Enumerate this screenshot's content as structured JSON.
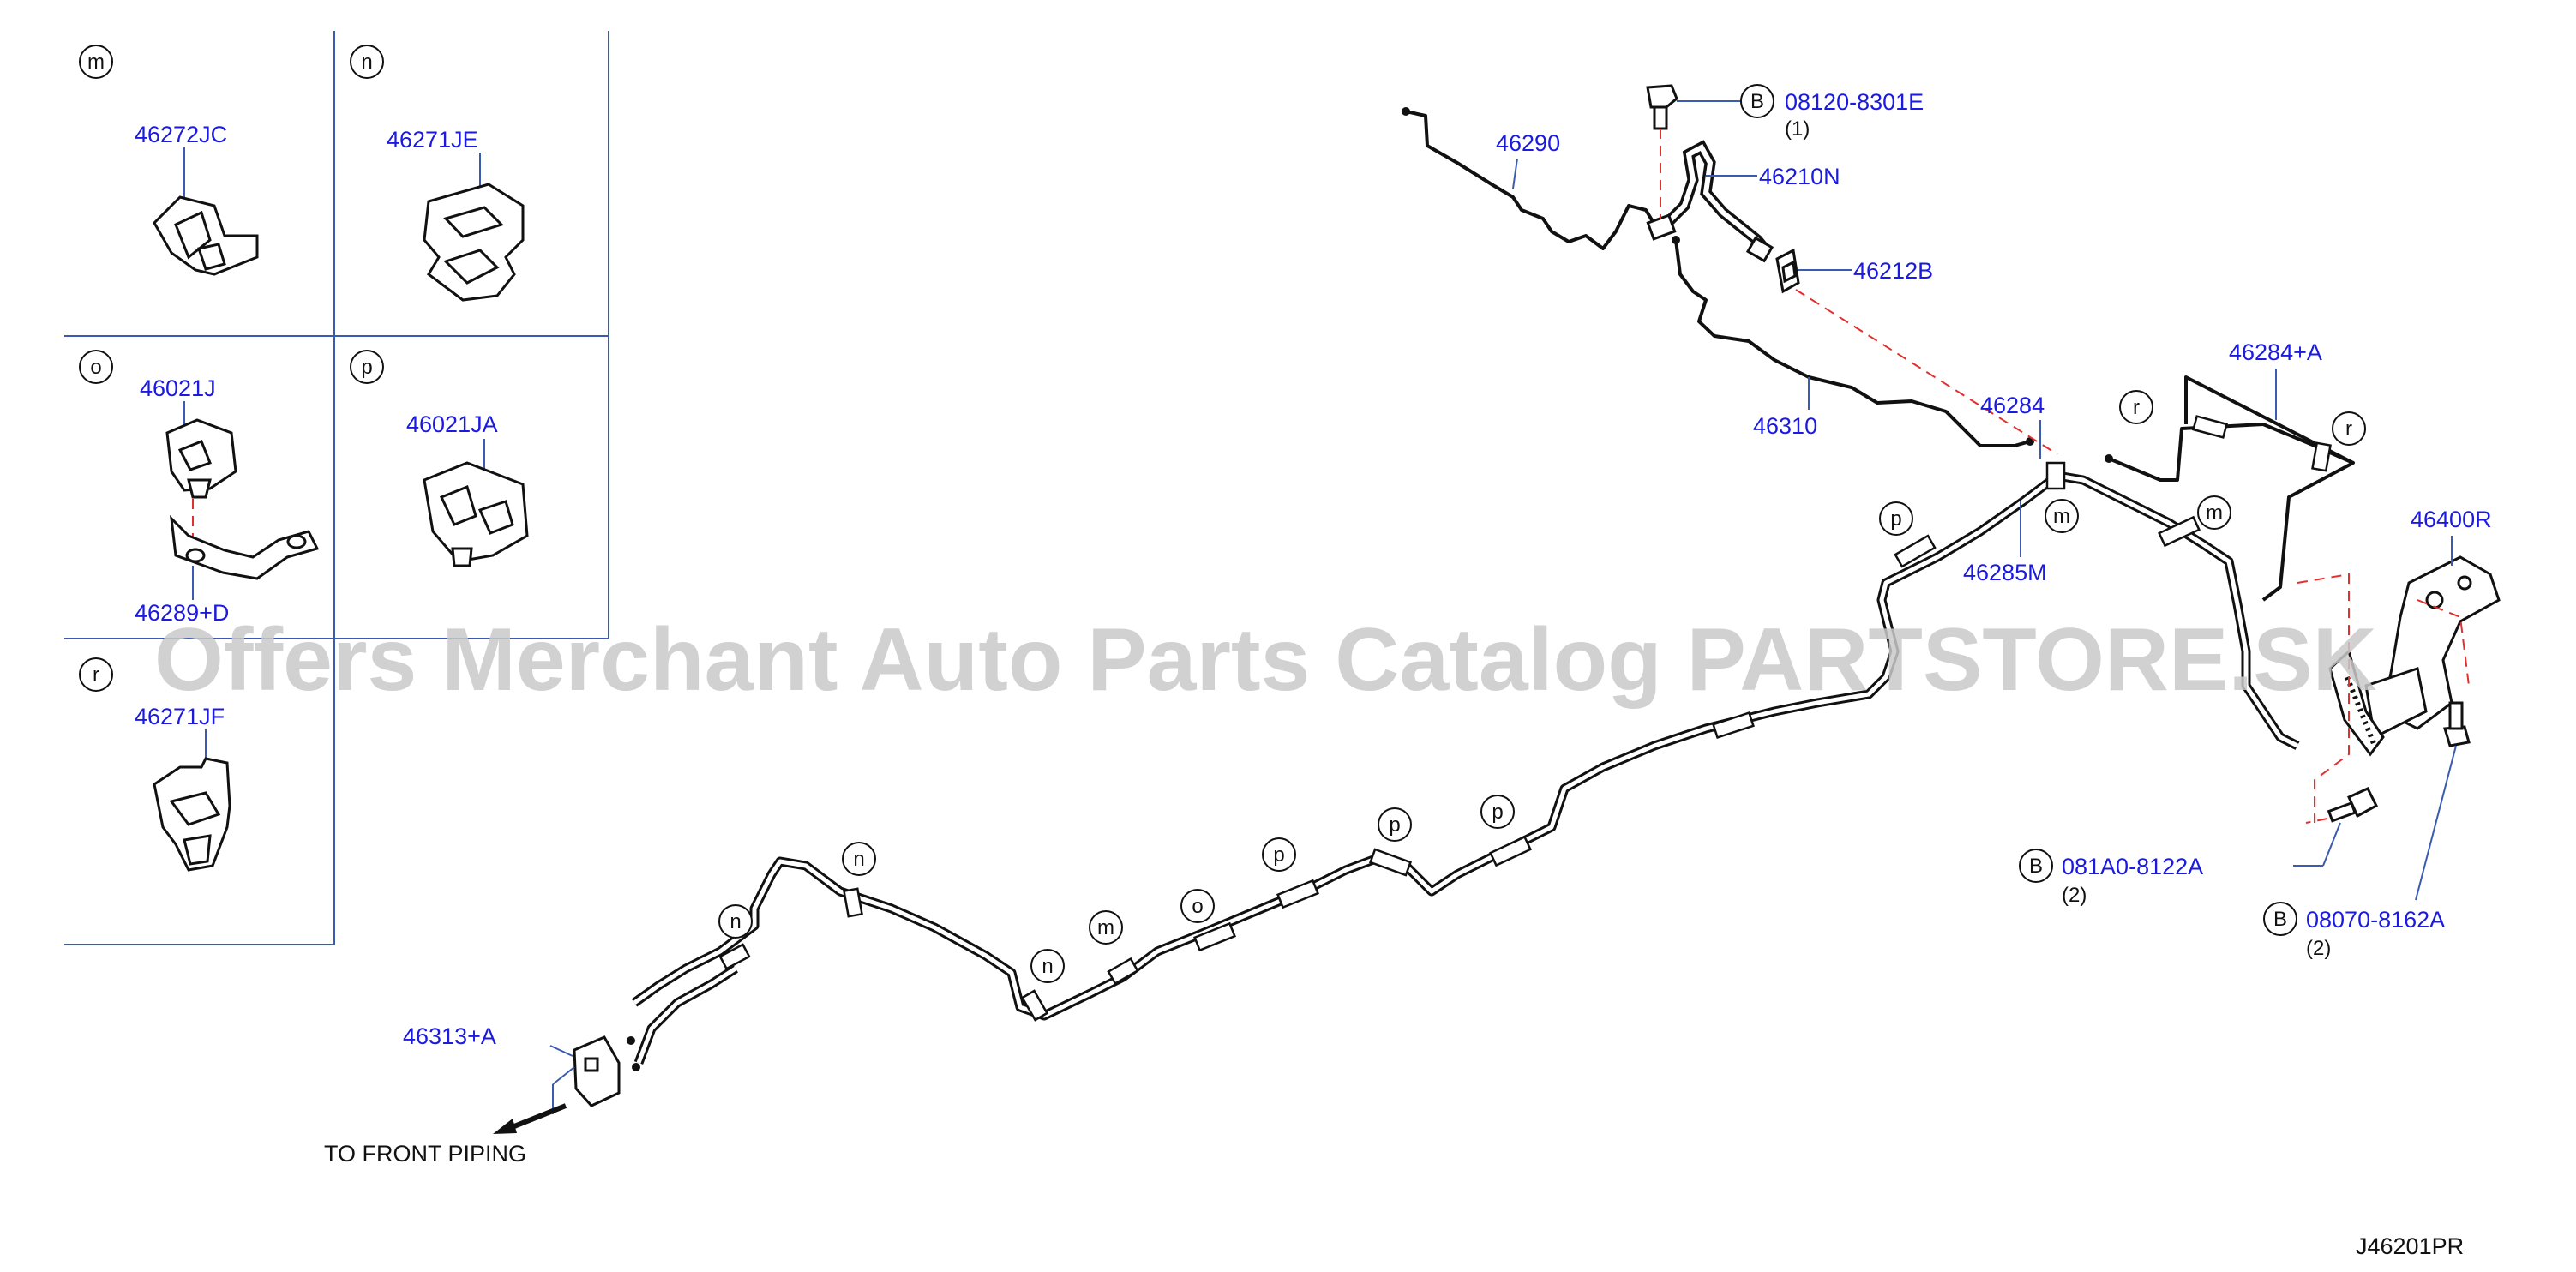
{
  "diagram": {
    "code": "J46201PR",
    "watermark": "Offers Merchant Auto Parts Catalog PARTSTORE.SK",
    "front_note": "TO   FRONT   PIPING",
    "inset_panels": [
      {
        "letter": "m",
        "part": "46272JC"
      },
      {
        "letter": "n",
        "part": "46271JE"
      },
      {
        "letter": "o",
        "part": "46021J",
        "part2": "46289+D"
      },
      {
        "letter": "p",
        "part": "46021JA"
      },
      {
        "letter": "r",
        "part": "46271JF"
      }
    ],
    "parts": {
      "p46290": "46290",
      "p46210N": "46210N",
      "p46212B": "46212B",
      "p46310": "46310",
      "p46284": "46284",
      "p46284A": "46284+A",
      "p46285M": "46285M",
      "p46400R": "46400R",
      "p46313A": "46313+A"
    },
    "bolts": [
      {
        "letter": "B",
        "part": "08120-8301E",
        "qty": "(1)"
      },
      {
        "letter": "B",
        "part": "081A0-8122A",
        "qty": "(2)"
      },
      {
        "letter": "B",
        "part": "08070-8162A",
        "qty": "(2)"
      }
    ],
    "clip_markers": [
      "n",
      "n",
      "n",
      "m",
      "o",
      "p",
      "p",
      "p",
      "p",
      "m",
      "m",
      "r",
      "r"
    ]
  }
}
